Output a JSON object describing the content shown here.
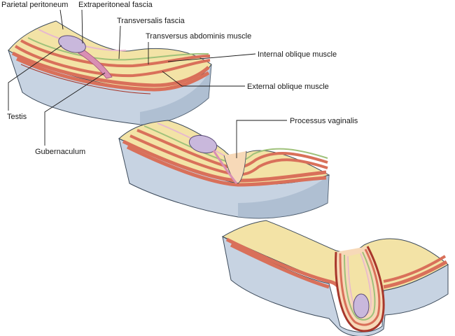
{
  "labels": {
    "parietal_peritoneum": "Parietal peritoneum",
    "extraperitoneal_fascia": "Extraperitoneal fascia",
    "transversalis_fascia": "Transversalis fascia",
    "transversus_abdominis": "Transversus abdominis muscle",
    "internal_oblique": "Internal oblique muscle",
    "external_oblique": "External oblique muscle",
    "testis": "Testis",
    "gubernaculum": "Gubernaculum",
    "processus_vaginalis": "Processus vaginalis"
  },
  "colors": {
    "muscle": "#d9705a",
    "muscle_edge": "#a8372b",
    "fascia": "#f3e3a6",
    "extraperitoneal": "#f7d9b8",
    "transversalis": "#9fc17a",
    "peritoneum": "#e7b8cf",
    "testis": "#c9b8dc",
    "gubernaculum": "#d98fb3",
    "skin_side": "#c7d3e2",
    "skin_side_dark": "#9fb2c8",
    "outline": "#3c4a5a"
  }
}
